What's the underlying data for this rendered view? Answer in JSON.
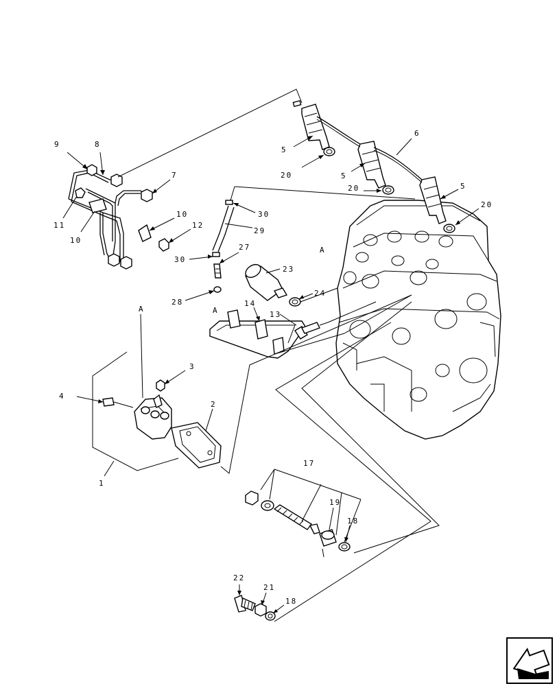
{
  "callouts": [
    {
      "id": "c9",
      "text": "9"
    },
    {
      "id": "c8",
      "text": "8"
    },
    {
      "id": "c7",
      "text": "7"
    },
    {
      "id": "c11",
      "text": "11"
    },
    {
      "id": "c10a",
      "text": "10"
    },
    {
      "id": "c10b",
      "text": "10"
    },
    {
      "id": "c12",
      "text": "12"
    },
    {
      "id": "c5a",
      "text": "5"
    },
    {
      "id": "c5b",
      "text": "5"
    },
    {
      "id": "c5c",
      "text": "5"
    },
    {
      "id": "c6",
      "text": "6"
    },
    {
      "id": "c20a",
      "text": "20"
    },
    {
      "id": "c20b",
      "text": "20"
    },
    {
      "id": "c20c",
      "text": "20"
    },
    {
      "id": "c30a",
      "text": "30"
    },
    {
      "id": "c30b",
      "text": "30"
    },
    {
      "id": "c29",
      "text": "29"
    },
    {
      "id": "c27",
      "text": "27"
    },
    {
      "id": "c28",
      "text": "28"
    },
    {
      "id": "c23",
      "text": "23"
    },
    {
      "id": "c24",
      "text": "24"
    },
    {
      "id": "c14",
      "text": "14"
    },
    {
      "id": "c13",
      "text": "13"
    },
    {
      "id": "cA1",
      "text": "A"
    },
    {
      "id": "cA2",
      "text": "A"
    },
    {
      "id": "cA3",
      "text": "A"
    },
    {
      "id": "c3",
      "text": "3"
    },
    {
      "id": "c4",
      "text": "4"
    },
    {
      "id": "c2",
      "text": "2"
    },
    {
      "id": "c1",
      "text": "1"
    },
    {
      "id": "c17",
      "text": "17"
    },
    {
      "id": "c19",
      "text": "19"
    },
    {
      "id": "c18a",
      "text": "18"
    },
    {
      "id": "c18b",
      "text": "18"
    },
    {
      "id": "c22",
      "text": "22"
    },
    {
      "id": "c21",
      "text": "21"
    }
  ],
  "icons": {
    "nav": "next-page-arrow-icon"
  }
}
